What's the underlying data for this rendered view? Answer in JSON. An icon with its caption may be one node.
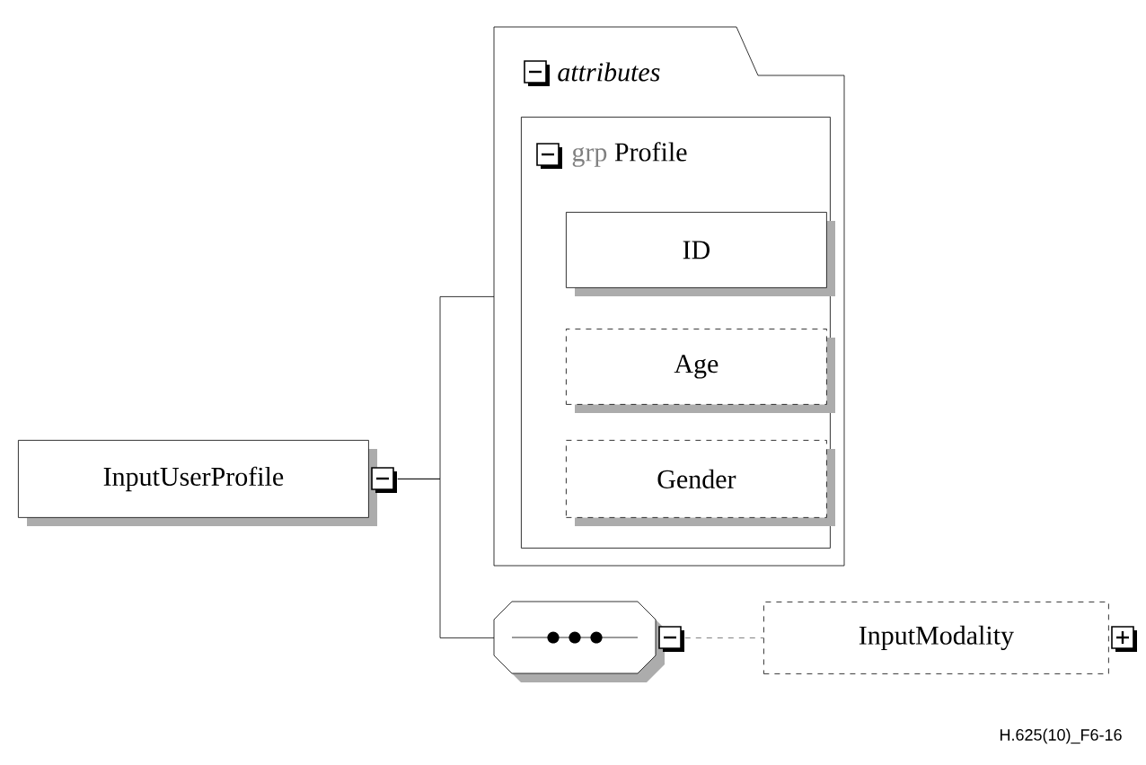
{
  "diagram": {
    "nodes": [
      {
        "text": [
          "InputUserProfile"
        ]
      },
      {
        "text": [
          "attributes"
        ]
      },
      {
        "text": [
          "grp",
          "Profile"
        ],
        "in": 1
      },
      {
        "text": [
          "ID"
        ],
        "in": 2
      },
      {
        "text": [
          "Age"
        ],
        "in": 2
      },
      {
        "text": [
          "Gender"
        ],
        "in": 2
      },
      {
        "text": [],
        "shape": "octagon"
      },
      {
        "text": [
          "InputModality"
        ]
      }
    ],
    "edges": [
      {
        "from": 0,
        "to": 1,
        "arrow": "none"
      },
      {
        "from": 0,
        "to": 6,
        "arrow": "none"
      },
      {
        "from": 6,
        "to": 7,
        "arrow": "none",
        "style": "dashed"
      }
    ],
    "labels": [
      "H.625(10)_F6-16"
    ]
  }
}
